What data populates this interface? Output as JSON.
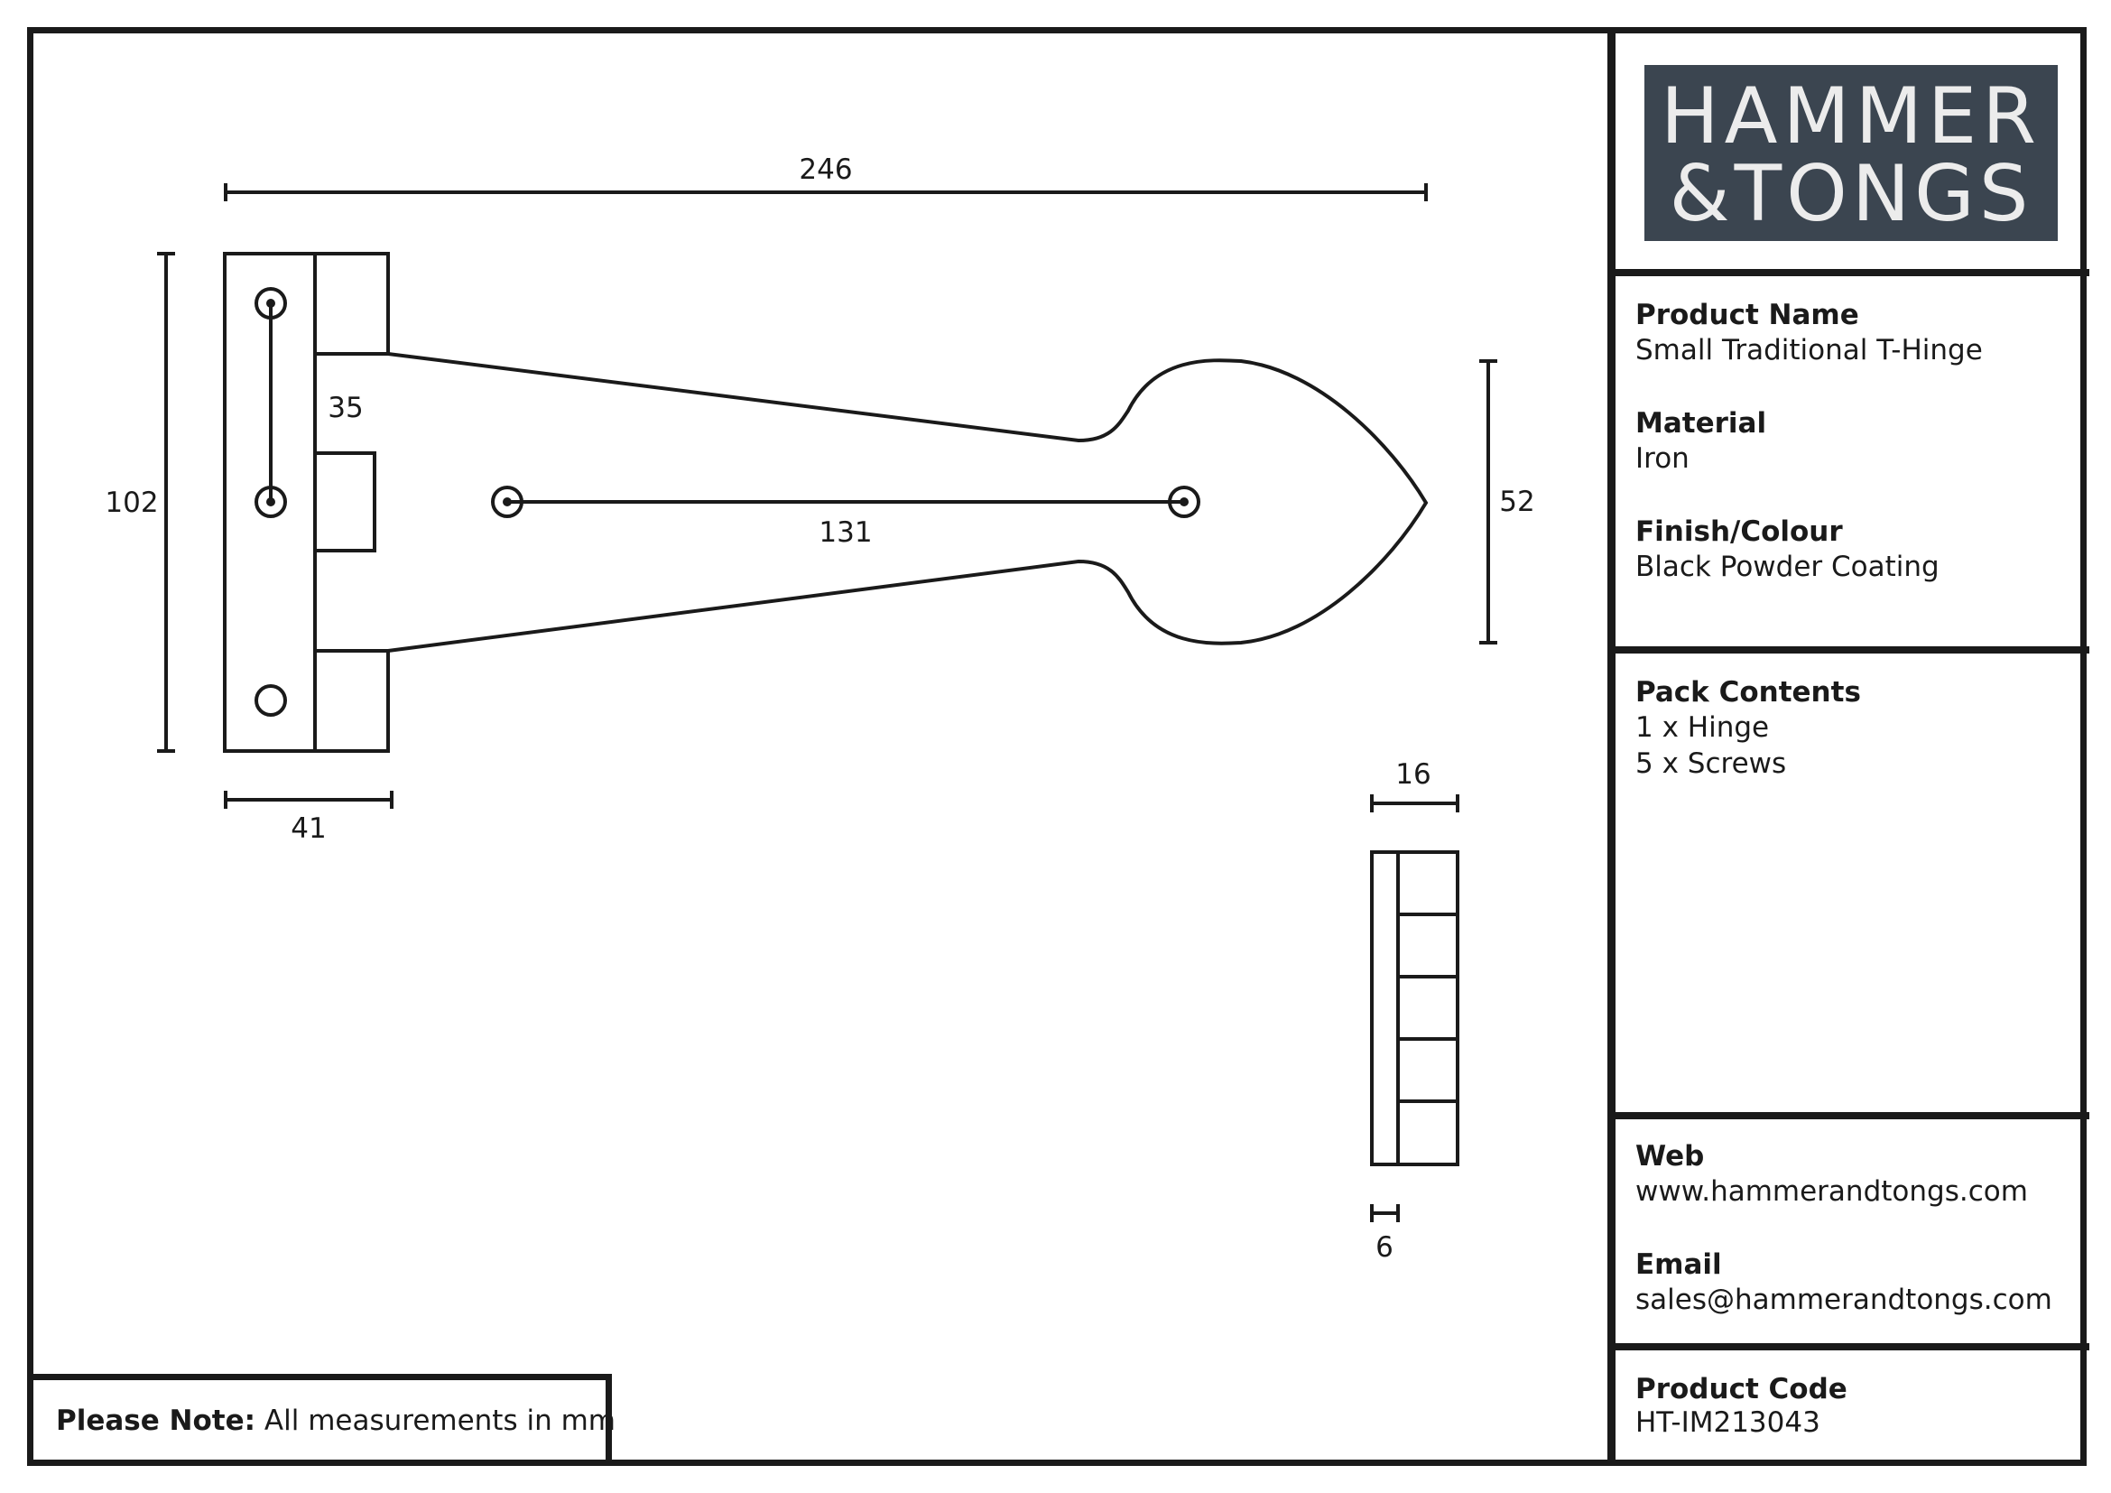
{
  "logo": {
    "line1": "HAMMER",
    "line2": "&TONGS"
  },
  "product": {
    "name_label": "Product Name",
    "name": "Small Traditional T-Hinge",
    "material_label": "Material",
    "material": "Iron",
    "finish_label": "Finish/Colour",
    "finish": "Black Powder Coating"
  },
  "pack": {
    "label": "Pack Contents",
    "items": [
      "1 x Hinge",
      "5 x Screws"
    ]
  },
  "contact": {
    "web_label": "Web",
    "web": "www.hammerandtongs.com",
    "email_label": "Email",
    "email": "sales@hammerandtongs.com"
  },
  "code": {
    "label": "Product Code",
    "value": "HT-IM213043"
  },
  "note": {
    "label": "Please Note:",
    "text": "All measurements in mm"
  },
  "dimensions": {
    "overall_length": "246",
    "height": "102",
    "strap_width": "35",
    "hole_spacing": "131",
    "tip_height": "52",
    "plate_width": "41",
    "side_width": "16",
    "thickness": "6"
  }
}
